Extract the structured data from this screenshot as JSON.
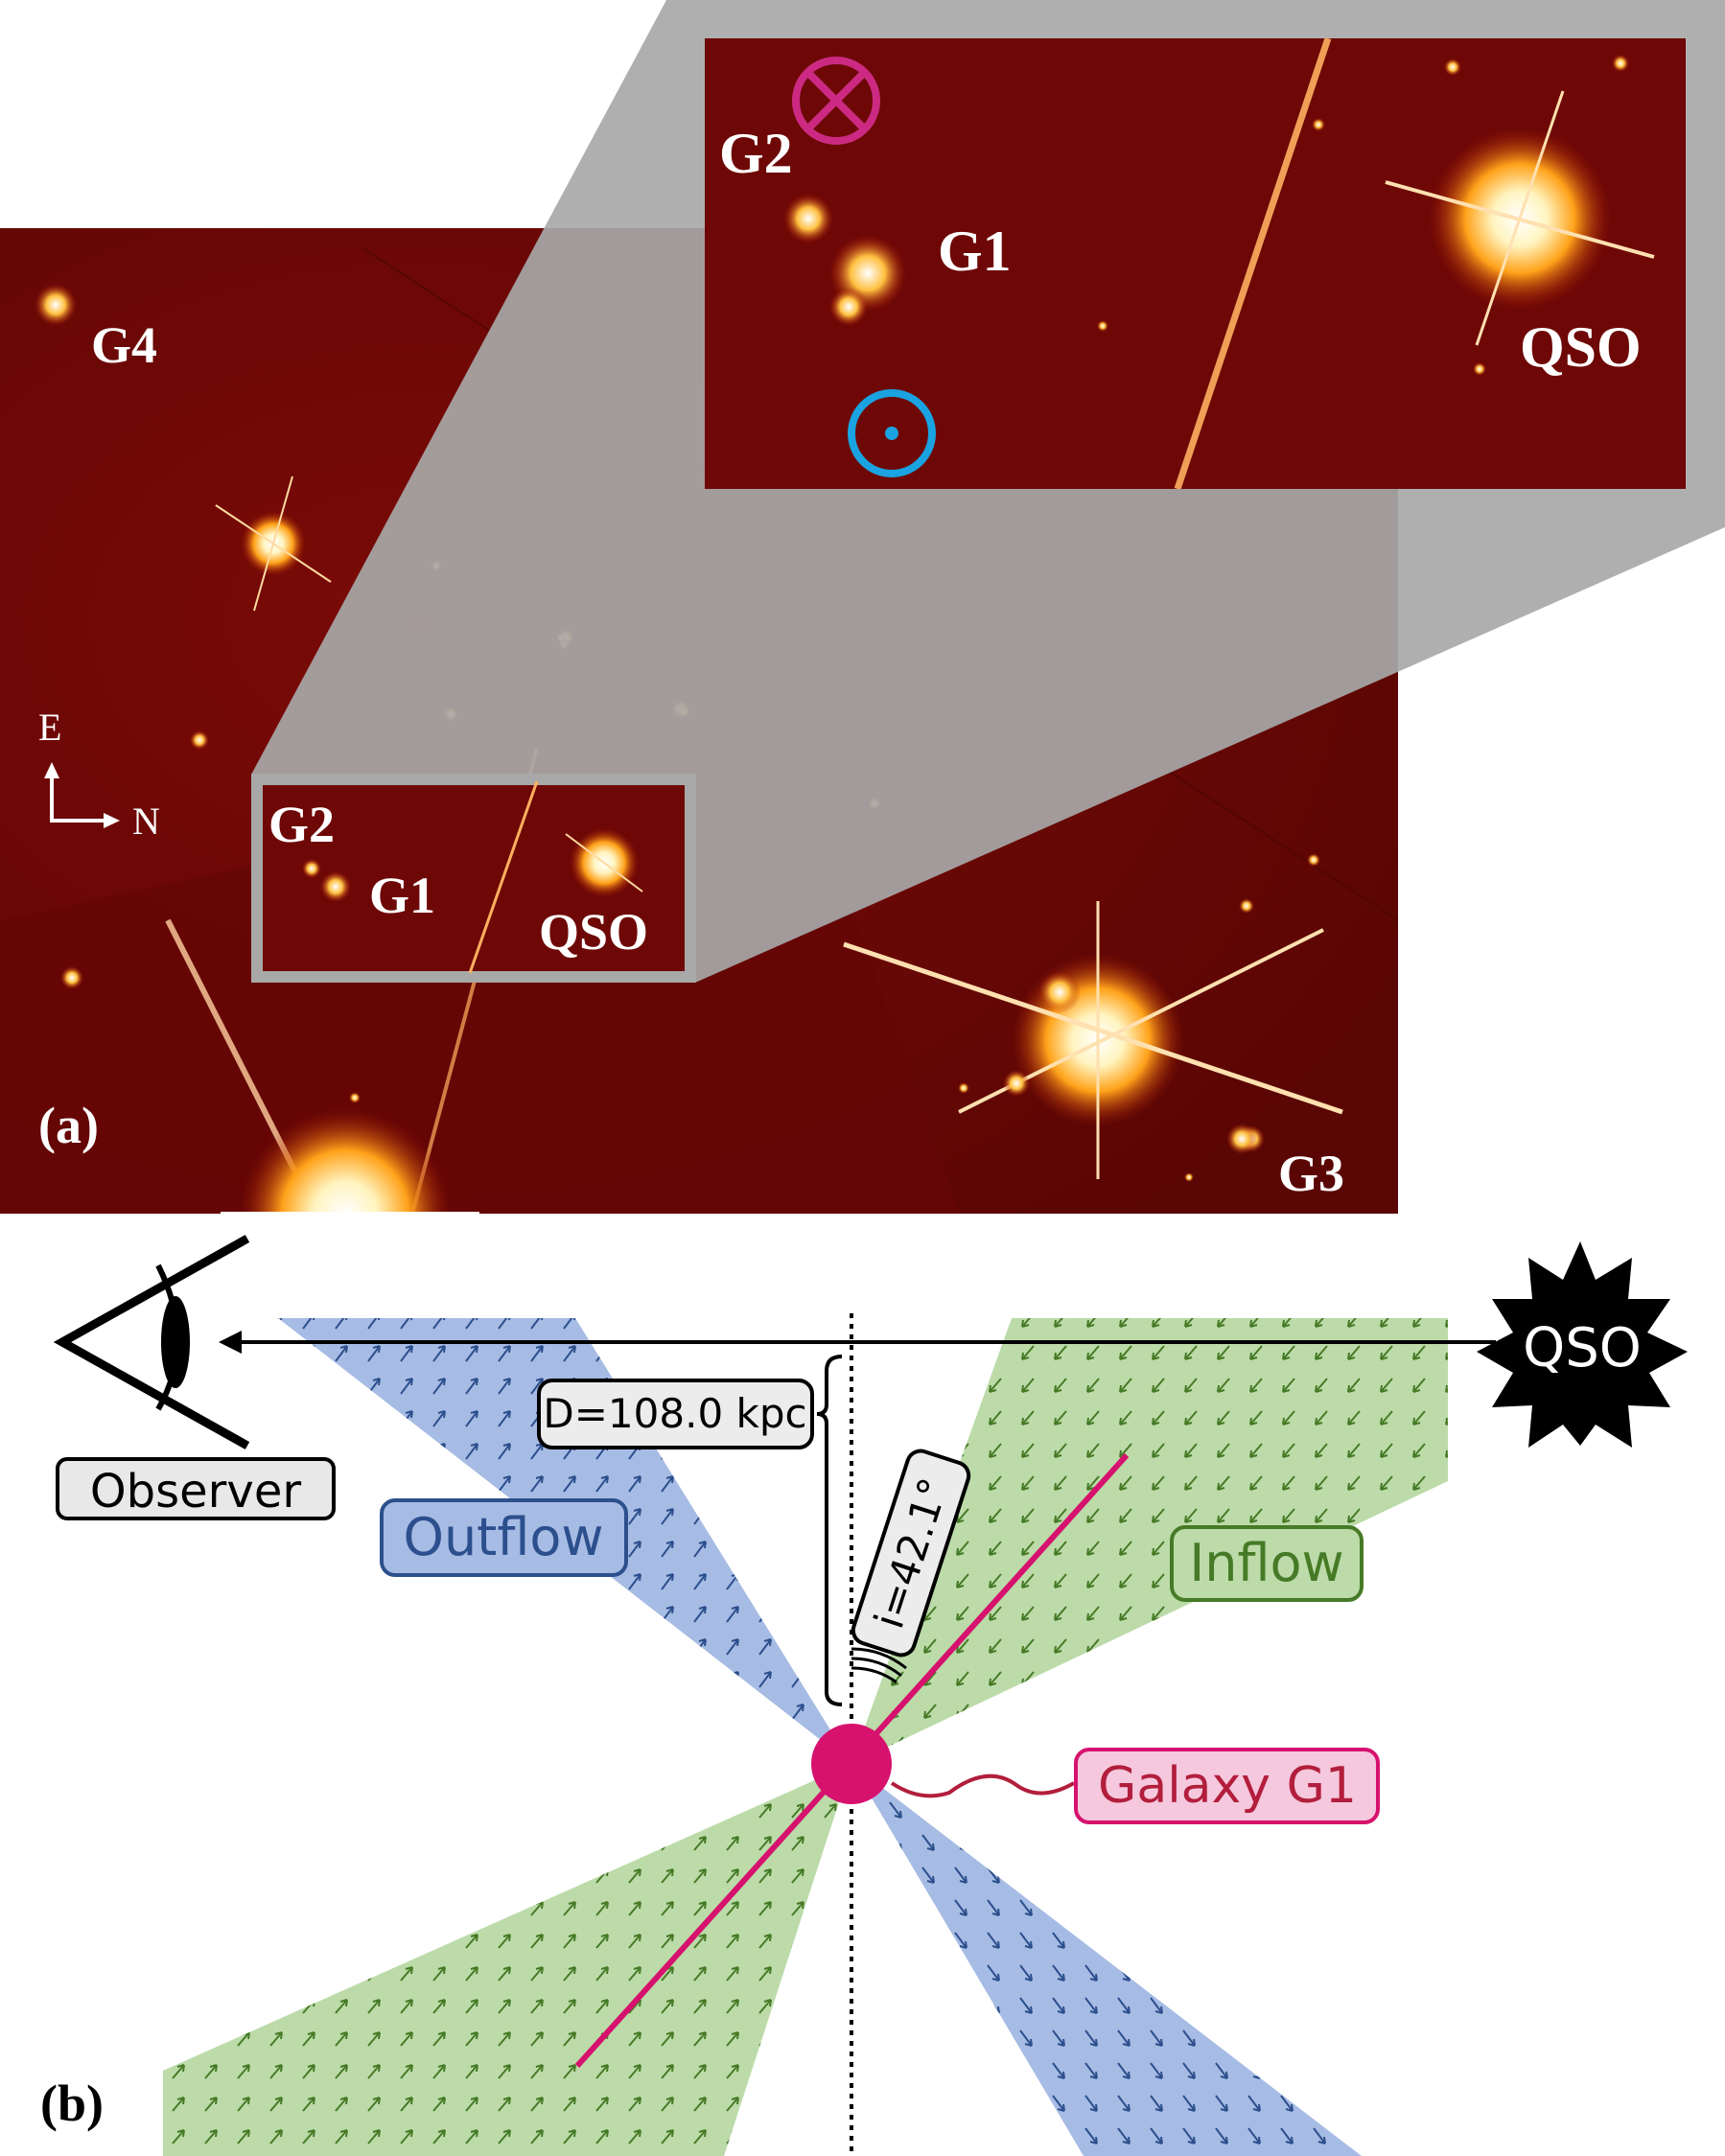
{
  "panel_a": {
    "panel_label": "(a)",
    "compass": {
      "east": "E",
      "north": "N"
    },
    "labels": {
      "g1": "G1",
      "g2": "G2",
      "g3": "G3",
      "g4": "G4",
      "qso": "QSO"
    },
    "inset_labels": {
      "g1": "G1",
      "g2": "G2",
      "qso": "QSO"
    },
    "colors": {
      "image_bg": "#6e0806",
      "frame": "#a8a8a8",
      "into_page_marker": "#cc2a82",
      "out_of_page_marker": "#1aa3e0"
    },
    "icons": [
      "into-page-marker-icon",
      "out-of-page-marker-icon",
      "compass-icon"
    ]
  },
  "panel_b": {
    "panel_label": "(b)",
    "observer_label": "Observer",
    "qso_label": "QSO",
    "outflow_label": "Outflow",
    "inflow_label": "Inflow",
    "galaxy_label": "Galaxy G1",
    "distance_label": "D=108.0 kpc",
    "inclination_label": "i=42.1°",
    "colors": {
      "outflow": "#7f9fd7",
      "inflow": "#9fcb87",
      "galaxy": "#d6126e",
      "outflow_text": "#2c4f8d",
      "inflow_text": "#467a26",
      "galaxy_text": "#b21e3c"
    },
    "icons": [
      "eye-icon",
      "qso-star-icon",
      "sightline-arrow-icon"
    ]
  }
}
